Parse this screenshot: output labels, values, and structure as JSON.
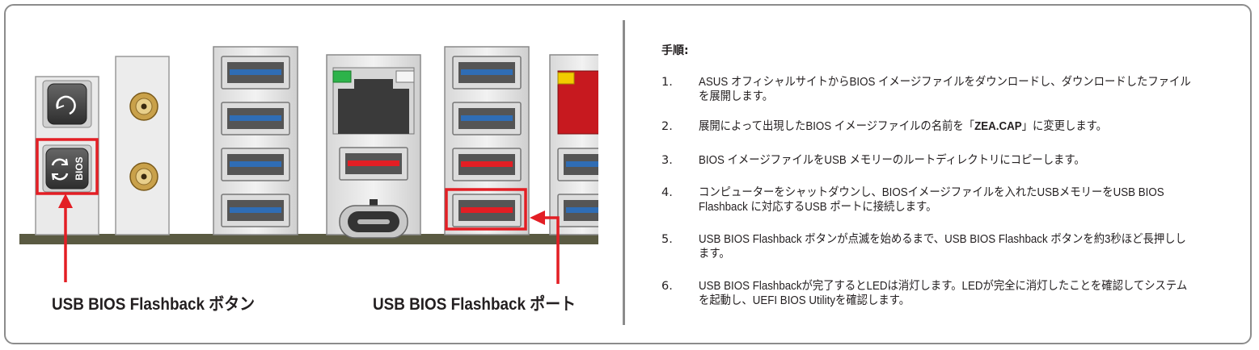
{
  "labels": {
    "button_caption": "USB BIOS Flashback ボタン",
    "port_caption": "USB BIOS Flashback ポート",
    "bios_button_text": "BIOS"
  },
  "steps_title": "手順:",
  "steps": [
    {
      "num": "1.",
      "text": "ASUS オフィシャルサイトからBIOS イメージファイルをダウンロードし、ダウンロードしたファイルを展開します。"
    },
    {
      "num": "2.",
      "pre": "展開によって出現したBIOS イメージファイルの名前を「",
      "bold": "ZEA.CAP",
      "post": "」に変更します。"
    },
    {
      "num": "3.",
      "text": "BIOS イメージファイルをUSB メモリーのルートディレクトリにコピーします。"
    },
    {
      "num": "4.",
      "text": "コンピューターをシャットダウンし、BIOSイメージファイルを入れたUSBメモリーをUSB BIOS Flashback に対応するUSB ポートに接続します。"
    },
    {
      "num": "5.",
      "text": "USB BIOS Flashback ボタンが点滅を始めるまで、USB BIOS Flashback ボタンを約3秒ほど長押しします。"
    },
    {
      "num": "6.",
      "text": "USB BIOS Flashbackが完了するとLEDは消灯します。LEDが完全に消灯したことを確認してシステムを起動し、UEFI BIOS Utilityを確認します。"
    }
  ],
  "colors": {
    "highlight": "#e31e24",
    "usb3_blue": "#2f6db5",
    "usb_red": "#e31e24",
    "pcb": "#5a5a42",
    "led_green": "#2db34a",
    "led_yellow": "#f2cc00"
  }
}
